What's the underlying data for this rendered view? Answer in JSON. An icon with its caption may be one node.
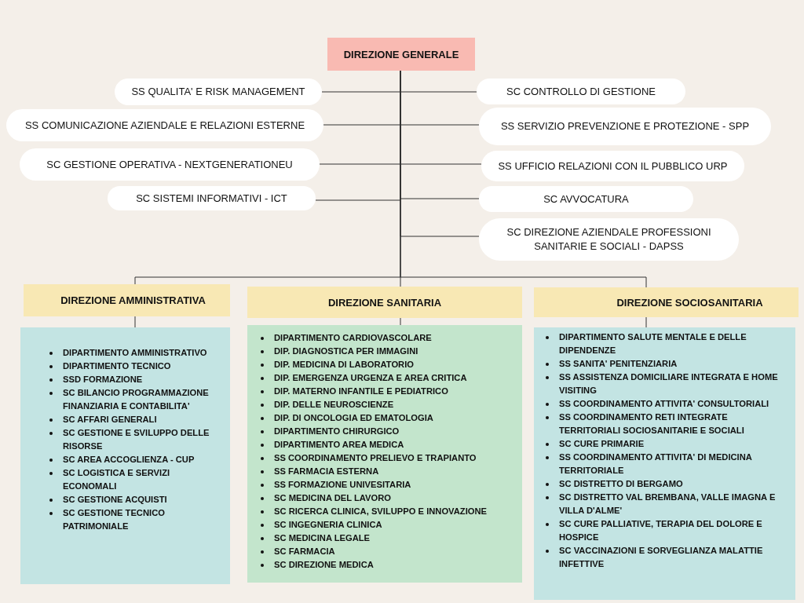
{
  "diagram": {
    "nodes": [
      {
        "text": [
          "DIREZIONE GENERALE"
        ]
      },
      {
        "text": [
          "SS QUALITA' E RISK MANAGEMENT"
        ]
      },
      {
        "text": [
          "SC CONTROLLO DI GESTIONE"
        ]
      },
      {
        "text": [
          "SS COMUNICAZIONE AZIENDALE E RELAZIONI ESTERNE"
        ]
      },
      {
        "text": [
          "SS SERVIZIO PREVENZIONE E PROTEZIONE - SPP"
        ]
      },
      {
        "text": [
          "SC GESTIONE OPERATIVA - NEXTGENERATIONEU"
        ]
      },
      {
        "text": [
          "SS UFFICIO RELAZIONI CON IL PUBBLICO URP"
        ]
      },
      {
        "text": [
          "SC SISTEMI INFORMATIVI - ICT"
        ]
      },
      {
        "text": [
          "SC AVVOCATURA"
        ]
      },
      {
        "text": [
          "SC DIREZIONE AZIENDALE PROFESSIONI SANITARIE E SOCIALI - DAPSS"
        ]
      },
      {
        "text": [
          "DIREZIONE AMMINISTRATIVA"
        ]
      },
      {
        "text": [
          "DIREZIONE SANITARIA"
        ]
      },
      {
        "text": [
          "DIREZIONE SOCIOSANITARIA"
        ]
      },
      {
        "text": [
          "DIPARTIMENTO AMMINISTRATIVO",
          "DIPARTIMENTO TECNICO",
          "SSD FORMAZIONE",
          "SC BILANCIO PROGRAMMAZIONE FINANZIARIA E CONTABILITA'",
          "SC AFFARI GENERALI",
          "SC GESTIONE E SVILUPPO DELLE RISORSE",
          "SC AREA ACCOGLIENZA - CUP",
          "SC LOGISTICA E SERVIZI ECONOMALI",
          "SC GESTIONE ACQUISTI",
          "SC GESTIONE TECNICO PATRIMONIALE"
        ]
      },
      {
        "text": [
          "DIPARTIMENTO CARDIOVASCOLARE",
          "DIP. DIAGNOSTICA PER IMMAGINI",
          "DIP. MEDICINA DI LABORATORIO",
          "DIP. EMERGENZA URGENZA E AREA CRITICA",
          "DIP. MATERNO INFANTILE E PEDIATRICO",
          "DIP. DELLE NEUROSCIENZE",
          "DIP. DI ONCOLOGIA ED EMATOLOGIA",
          "DIPARTIMENTO CHIRURGICO",
          "DIPARTIMENTO AREA MEDICA",
          "SS COORDINAMENTO PRELIEVO E TRAPIANTO",
          "SS FARMACIA ESTERNA",
          "SS FORMAZIONE UNIVESITARIA",
          "SC MEDICINA DEL LAVORO",
          "SC RICERCA CLINICA, SVILUPPO E INNOVAZIONE",
          "SC INGEGNERIA CLINICA",
          "SC MEDICINA LEGALE",
          "SC FARMACIA",
          "SC DIREZIONE MEDICA"
        ]
      },
      {
        "text": [
          "DIPARTIMENTO SALUTE MENTALE E DELLE DIPENDENZE",
          "SS SANITA' PENITENZIARIA",
          "SS ASSISTENZA DOMICILIARE INTEGRATA E HOME VISITING",
          "SS COORDINAMENTO ATTIVITA' CONSULTORIALI",
          "SS COORDINAMENTO RETI INTEGRATE TERRITORIALI SOCIOSANITARIE E SOCIALI",
          "SC CURE PRIMARIE",
          "SS COORDINAMENTO ATTIVITA' DI MEDICINA TERRITORIALE",
          "SC DISTRETTO DI BERGAMO",
          "SC DISTRETTO VAL BREMBANA, VALLE IMAGNA E VILLA D'ALME'",
          "SC CURE PALLIATIVE, TERAPIA DEL DOLORE E HOSPICE",
          "SC VACCINAZIONI E SORVEGLIANZA MALATTIE INFETTIVE"
        ]
      }
    ],
    "edges": [
      {
        "from": 0,
        "to": 1,
        "arrow": "none"
      },
      {
        "from": 0,
        "to": 2,
        "arrow": "none"
      },
      {
        "from": 0,
        "to": 3,
        "arrow": "none"
      },
      {
        "from": 0,
        "to": 4,
        "arrow": "none"
      },
      {
        "from": 0,
        "to": 5,
        "arrow": "none"
      },
      {
        "from": 0,
        "to": 6,
        "arrow": "none"
      },
      {
        "from": 0,
        "to": 7,
        "arrow": "none"
      },
      {
        "from": 0,
        "to": 8,
        "arrow": "none"
      },
      {
        "from": 0,
        "to": 9,
        "arrow": "none"
      },
      {
        "from": 0,
        "to": 10,
        "arrow": "none"
      },
      {
        "from": 0,
        "to": 11,
        "arrow": "none"
      },
      {
        "from": 0,
        "to": 12,
        "arrow": "none"
      },
      {
        "from": 10,
        "to": 13,
        "arrow": "none"
      },
      {
        "from": 11,
        "to": 14,
        "arrow": "none"
      },
      {
        "from": 12,
        "to": 15,
        "arrow": "none"
      }
    ]
  }
}
